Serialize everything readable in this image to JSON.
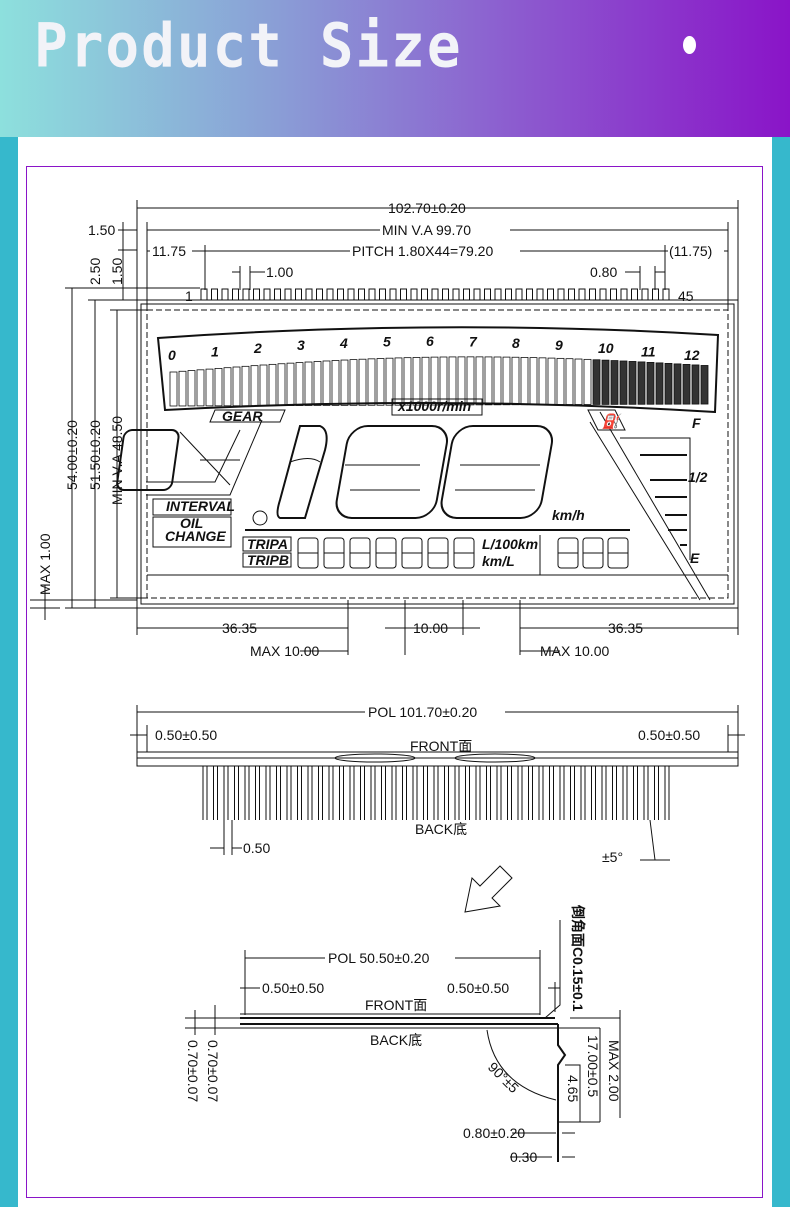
{
  "header": {
    "title": "Product Size"
  },
  "front_view": {
    "overall_width": "102.70±0.20",
    "min_va_width": "MIN V.A 99.70",
    "pitch": "PITCH  1.80X44=79.20",
    "left_margin": "11.75",
    "right_margin": "(11.75)",
    "pin_width_left": "1.00",
    "pin_width_right": "0.80",
    "pin_first": "1",
    "pin_last": "45",
    "top_offset_1": "1.50",
    "top_offset_2": "2.50",
    "top_offset_3": "1.50",
    "height_overall": "54.00±0.20",
    "height_glass": "51.50±0.20",
    "height_va": "MIN V.A 48.50",
    "max_thickness": "MAX 1.00",
    "bottom_left": "36.35",
    "bottom_center": "10.00",
    "bottom_right": "36.35",
    "max_left": "MAX  10.00",
    "max_right": "MAX  10.00"
  },
  "lcd": {
    "scale": [
      "0",
      "1",
      "2",
      "3",
      "4",
      "5",
      "6",
      "7",
      "8",
      "9",
      "10",
      "11",
      "12"
    ],
    "rpm_unit": "x1000r/min",
    "gear": "GEAR",
    "interval": "INTERVAL",
    "oil_1": "OIL",
    "oil_2": "CHANGE",
    "speed_unit": "km/h",
    "trip_a": "TRIPA",
    "trip_b": "TRIPB",
    "unit_1": "L/100km",
    "unit_2": "km/L",
    "full": "F",
    "half": "1/2",
    "empty": "E"
  },
  "side_view": {
    "pol_width": "POL  101.70±0.20",
    "left_offset": "0.50±0.50",
    "right_offset": "0.50±0.50",
    "front": "FRONT面",
    "back": "BACK底",
    "pin_thick": "0.50",
    "angle": "±5°"
  },
  "detail_view": {
    "pol_width": "POL  50.50±0.20",
    "left_offset": "0.50±0.50",
    "right_offset": "0.50±0.50",
    "front": "FRONT面",
    "back": "BACK底",
    "chamfer": "倒角面C0.15±0.1",
    "thick_1": "0.70±0.07",
    "thick_2": "0.70±0.07",
    "angle": "90°±5",
    "pin_len": "17.00±0.5",
    "max_h": "MAX  2.00",
    "bend": "4.65",
    "pin_w": "0.80±0.20",
    "pin_t": "0.30"
  }
}
